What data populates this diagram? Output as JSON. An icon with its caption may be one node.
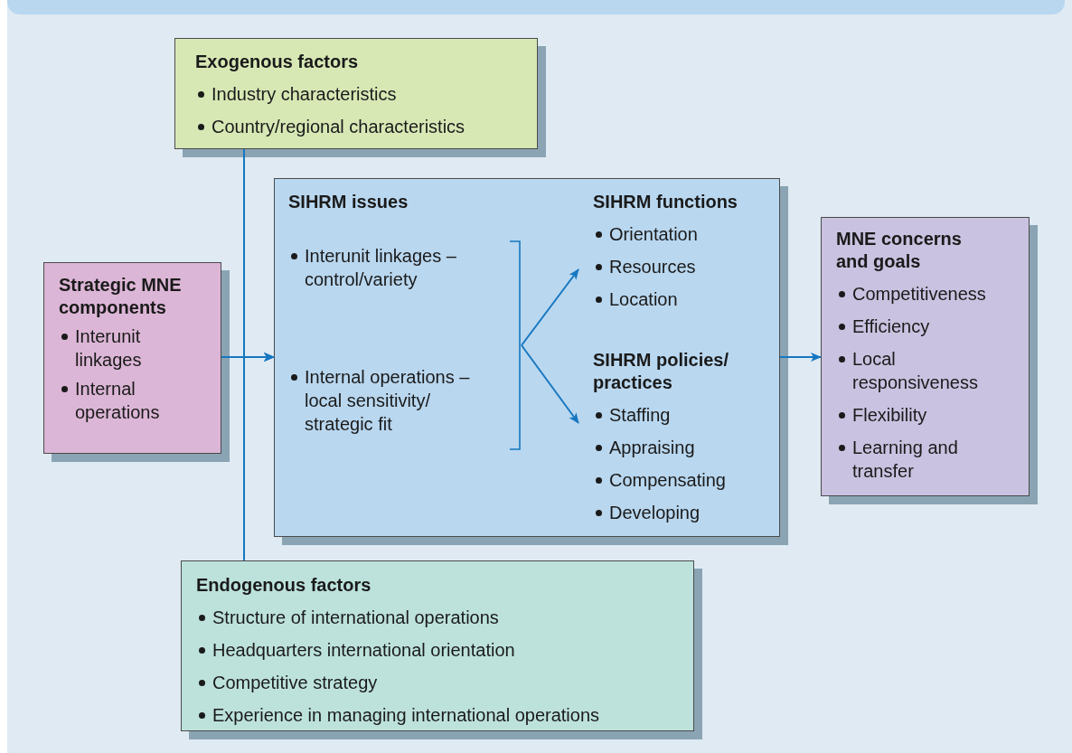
{
  "diagram": {
    "nodes": [
      {
        "text": [
          "Exogenous factors",
          "Industry characteristics",
          "Country/regional characteristics"
        ]
      },
      {
        "text": [
          "Strategic MNE components",
          "Interunit linkages",
          "Internal operations"
        ]
      },
      {
        "text": [],
        "shape": "box"
      },
      {
        "text": [
          "SIHRM issues",
          "Interunit linkages – control/variety",
          "Internal operations – local sensitivity/ strategic fit"
        ],
        "in": 2
      },
      {
        "text": [
          "SIHRM functions",
          "Orientation",
          "Resources",
          "Location"
        ],
        "in": 2
      },
      {
        "text": [
          "SIHRM policies/ practices",
          "Staffing",
          "Appraising",
          "Compensating",
          "Developing"
        ],
        "in": 2
      },
      {
        "text": [
          "MNE concerns and goals",
          "Competitiveness",
          "Efficiency",
          "Local responsiveness",
          "Flexibility",
          "Learning and transfer"
        ]
      },
      {
        "text": [
          "Endogenous factors",
          "Structure of international operations",
          "Headquarters international orientation",
          "Competitive strategy",
          "Experience in managing international operations"
        ]
      }
    ],
    "edges": [
      {
        "from": 0,
        "to": 2,
        "arrow": "to"
      },
      {
        "from": 1,
        "to": 2,
        "arrow": "to"
      },
      {
        "from": 7,
        "to": 2,
        "arrow": "to"
      },
      {
        "from": 3,
        "to": 4,
        "arrow": "to"
      },
      {
        "from": 3,
        "to": 5,
        "arrow": "to"
      },
      {
        "from": 2,
        "to": 6,
        "arrow": "to"
      }
    ]
  }
}
